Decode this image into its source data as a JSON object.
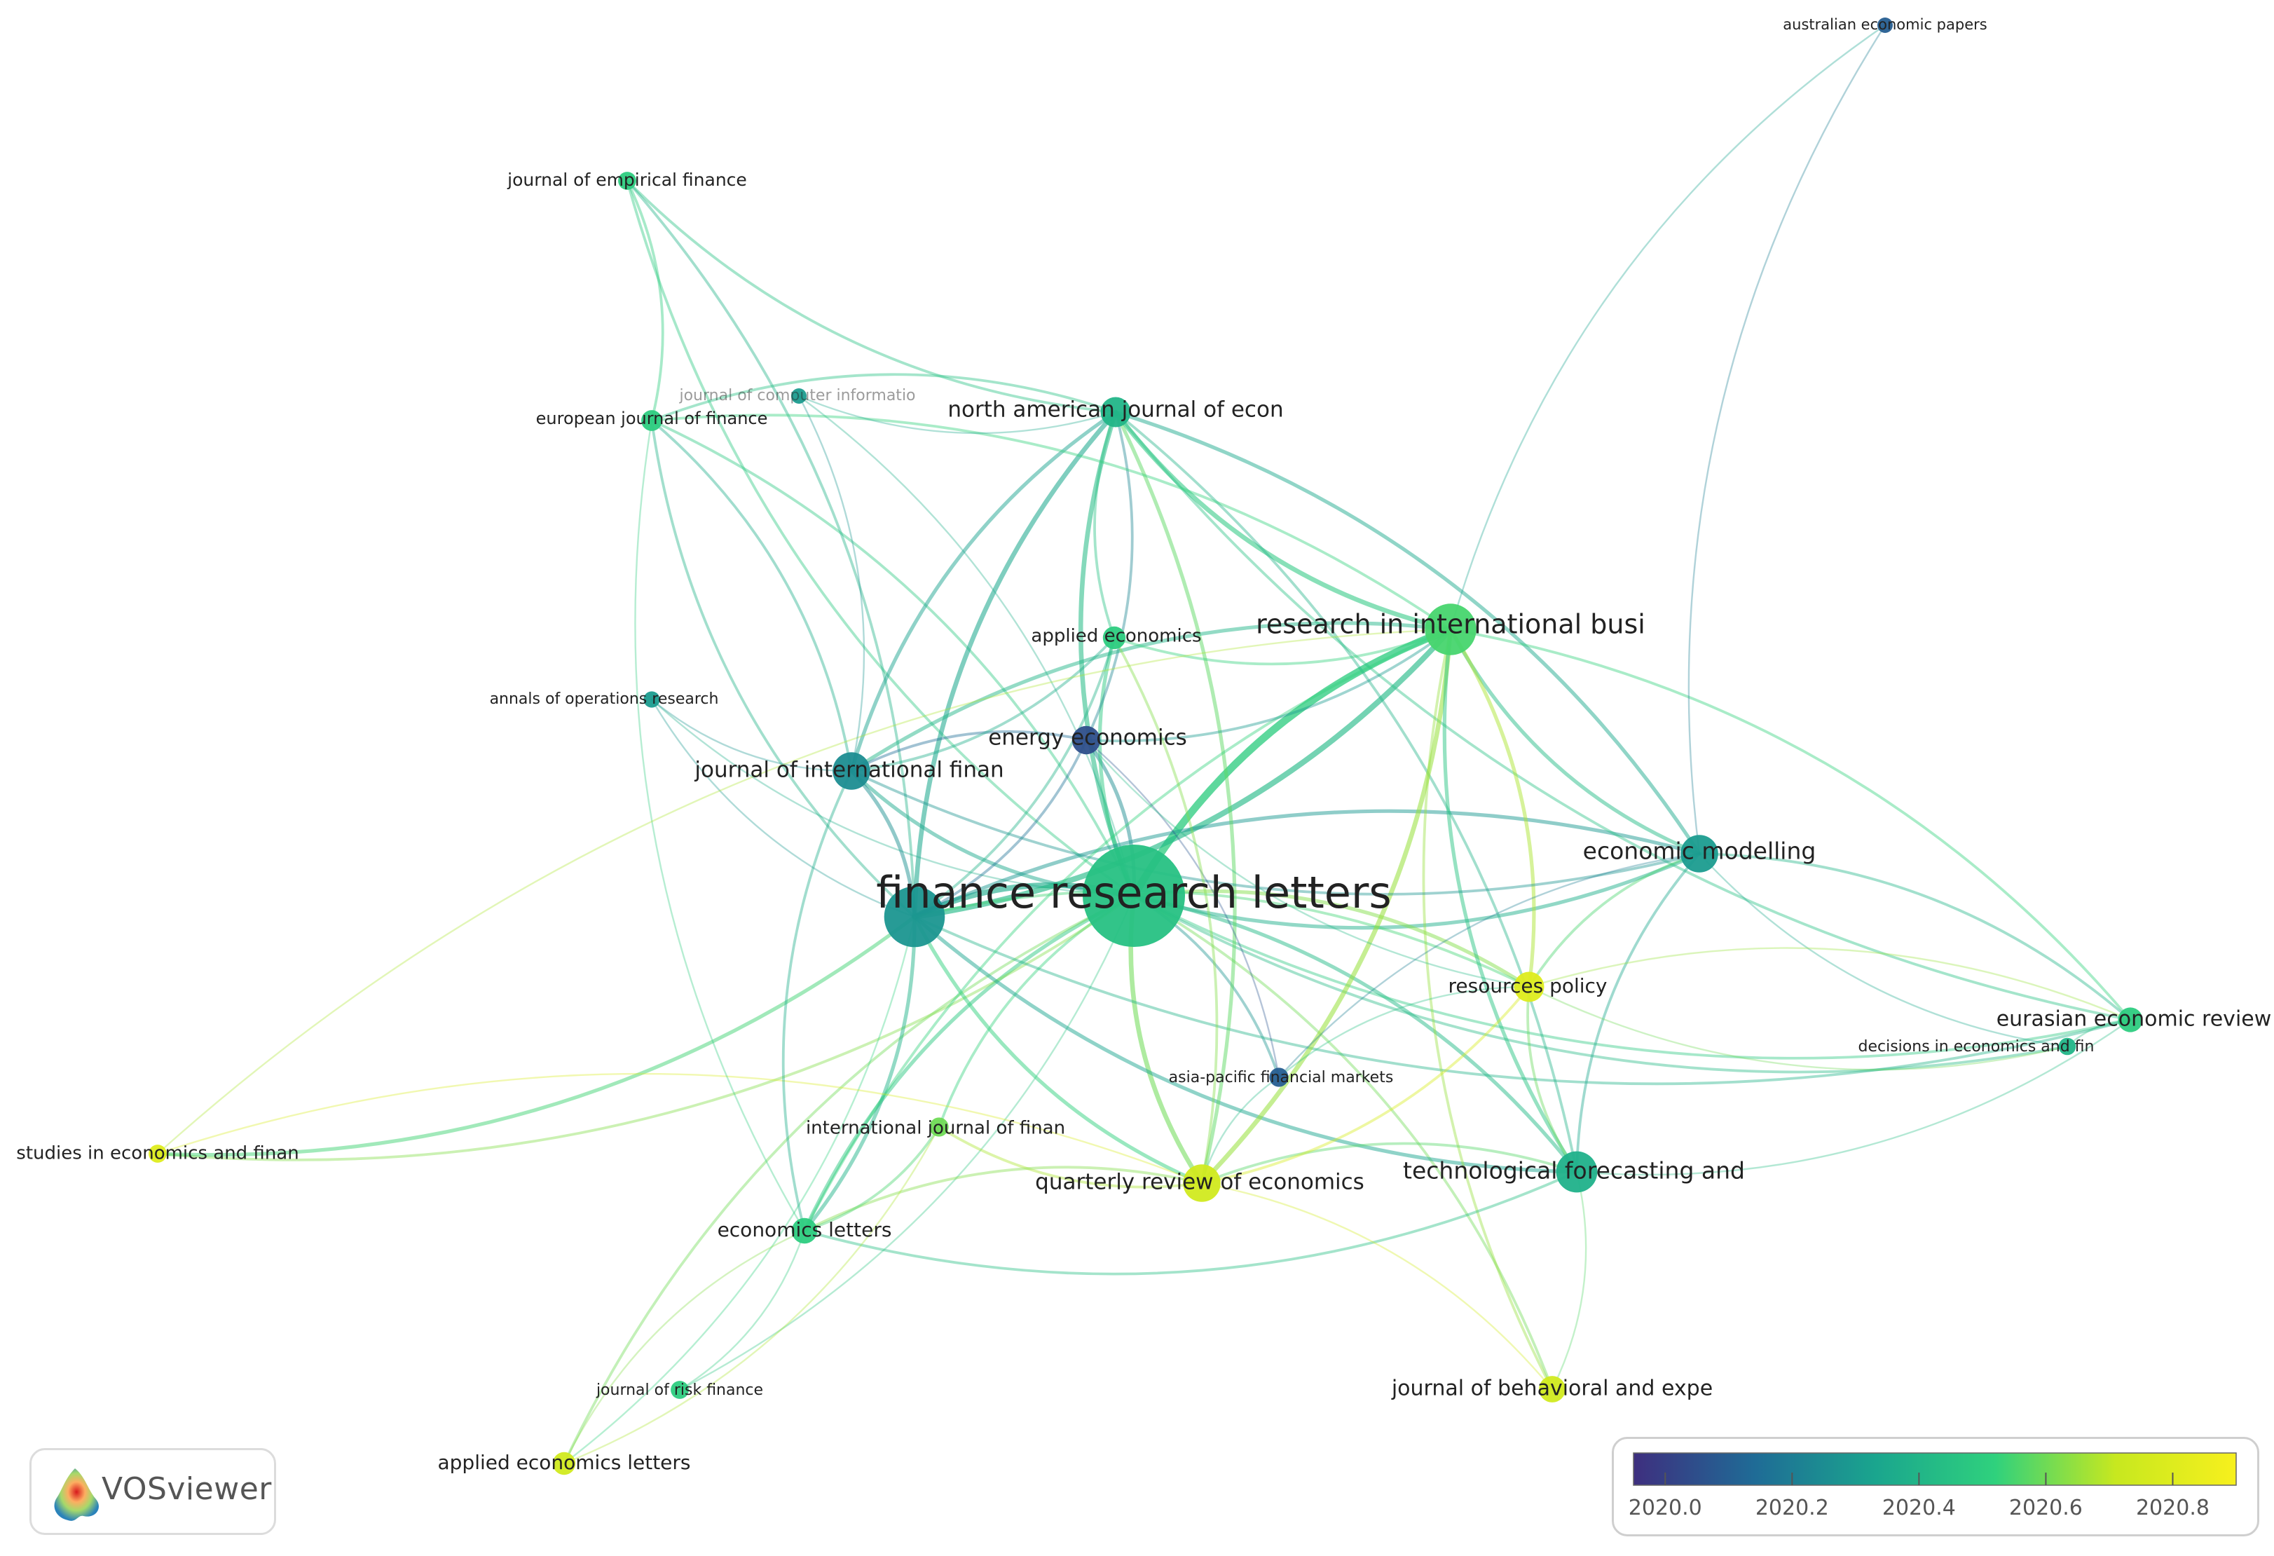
{
  "graph": {
    "nodes": [
      {
        "id": "frl",
        "label": "finance research letters",
        "weight": 10,
        "year": 2020.45
      },
      {
        "id": "jifm",
        "label": "journal of international finan",
        "weight": 3,
        "year": 2020.25
      },
      {
        "id": "big_blue",
        "label": "",
        "weight": 5.5,
        "year": 2020.28
      },
      {
        "id": "najef",
        "label": "north american journal of econ",
        "weight": 2.2,
        "year": 2020.4
      },
      {
        "id": "ribaf",
        "label": "research in international busi",
        "weight": 4.5,
        "year": 2020.55
      },
      {
        "id": "ecmod",
        "label": "economic modelling",
        "weight": 3,
        "year": 2020.3
      },
      {
        "id": "tfsc",
        "label": "technological forecasting and",
        "weight": 3.4,
        "year": 2020.38
      },
      {
        "id": "qref",
        "label": "quarterly review of economics",
        "weight": 3,
        "year": 2020.75
      },
      {
        "id": "respol",
        "label": "resources policy",
        "weight": 2.2,
        "year": 2020.8
      },
      {
        "id": "enec",
        "label": "energy economics",
        "weight": 2,
        "year": 2020.05
      },
      {
        "id": "appec",
        "label": "applied economics",
        "weight": 1.4,
        "year": 2020.5
      },
      {
        "id": "ecolet",
        "label": "economics letters",
        "weight": 1.7,
        "year": 2020.5
      },
      {
        "id": "ijfe",
        "label": "international journal of finan",
        "weight": 1,
        "year": 2020.6
      },
      {
        "id": "apfm",
        "label": "asia-pacific financial markets",
        "weight": 1,
        "year": 2020.1
      },
      {
        "id": "eer",
        "label": "eurasian economic review",
        "weight": 1.6,
        "year": 2020.5
      },
      {
        "id": "decis",
        "label": "decisions in economics and fin",
        "weight": 0.8,
        "year": 2020.4
      },
      {
        "id": "jbef",
        "label": "journal of behavioral and expe",
        "weight": 1.8,
        "year": 2020.75
      },
      {
        "id": "ael",
        "label": "applied economics letters",
        "weight": 1.4,
        "year": 2020.75
      },
      {
        "id": "jrf",
        "label": "journal of risk finance",
        "weight": 0.9,
        "year": 2020.5
      },
      {
        "id": "sef",
        "label": "studies in economics and finan",
        "weight": 0.9,
        "year": 2020.8
      },
      {
        "id": "aor",
        "label": "annals of operations research",
        "weight": 0.7,
        "year": 2020.3
      },
      {
        "id": "ejf",
        "label": "european journal of finance",
        "weight": 1.2,
        "year": 2020.5
      },
      {
        "id": "jcif",
        "label": "journal of computer informatio",
        "weight": 0.6,
        "year": 2020.3
      },
      {
        "id": "jef",
        "label": "journal of empirical finance",
        "weight": 0.9,
        "year": 2020.5
      },
      {
        "id": "aep",
        "label": "australian economic papers",
        "weight": 0.6,
        "year": 2020.1
      }
    ],
    "links": [
      [
        "frl",
        "ribaf",
        7
      ],
      [
        "frl",
        "big_blue",
        5
      ],
      [
        "frl",
        "najef",
        4
      ],
      [
        "frl",
        "ecmod",
        3
      ],
      [
        "frl",
        "tfsc",
        3
      ],
      [
        "frl",
        "qref",
        4
      ],
      [
        "frl",
        "respol",
        3
      ],
      [
        "frl",
        "enec",
        3
      ],
      [
        "frl",
        "appec",
        3
      ],
      [
        "frl",
        "ecolet",
        3
      ],
      [
        "frl",
        "jifm",
        3
      ],
      [
        "frl",
        "ijfe",
        2
      ],
      [
        "frl",
        "apfm",
        2
      ],
      [
        "frl",
        "eer",
        2
      ],
      [
        "frl",
        "jbef",
        2
      ],
      [
        "frl",
        "ael",
        2
      ],
      [
        "frl",
        "sef",
        2
      ],
      [
        "frl",
        "ejf",
        2
      ],
      [
        "frl",
        "jef",
        2
      ],
      [
        "frl",
        "decis",
        2
      ],
      [
        "frl",
        "aor",
        1
      ],
      [
        "frl",
        "jcif",
        1
      ],
      [
        "frl",
        "jrf",
        1
      ],
      [
        "big_blue",
        "ribaf",
        5
      ],
      [
        "big_blue",
        "najef",
        4
      ],
      [
        "big_blue",
        "jifm",
        3
      ],
      [
        "big_blue",
        "ecmod",
        3
      ],
      [
        "big_blue",
        "qref",
        3
      ],
      [
        "big_blue",
        "ecolet",
        3
      ],
      [
        "big_blue",
        "tfsc",
        3
      ],
      [
        "big_blue",
        "sef",
        3
      ],
      [
        "big_blue",
        "enec",
        2
      ],
      [
        "big_blue",
        "respol",
        2
      ],
      [
        "big_blue",
        "appec",
        2
      ],
      [
        "big_blue",
        "ejf",
        2
      ],
      [
        "big_blue",
        "jef",
        2
      ],
      [
        "big_blue",
        "aor",
        1
      ],
      [
        "big_blue",
        "eer",
        2
      ],
      [
        "big_blue",
        "ael",
        1
      ],
      [
        "najef",
        "ribaf",
        4
      ],
      [
        "najef",
        "ecmod",
        3
      ],
      [
        "najef",
        "jifm",
        3
      ],
      [
        "najef",
        "jef",
        2
      ],
      [
        "najef",
        "ejf",
        2
      ],
      [
        "najef",
        "qref",
        3
      ],
      [
        "najef",
        "appec",
        2
      ],
      [
        "najef",
        "tfsc",
        2
      ],
      [
        "najef",
        "eer",
        2
      ],
      [
        "najef",
        "enec",
        2
      ],
      [
        "ribaf",
        "ecmod",
        3
      ],
      [
        "ribaf",
        "qref",
        4
      ],
      [
        "ribaf",
        "tfsc",
        3
      ],
      [
        "ribaf",
        "respol",
        3
      ],
      [
        "ribaf",
        "jifm",
        3
      ],
      [
        "ribaf",
        "eer",
        2
      ],
      [
        "ribaf",
        "ecolet",
        2
      ],
      [
        "ribaf",
        "appec",
        2
      ],
      [
        "ribaf",
        "jbef",
        2
      ],
      [
        "ribaf",
        "aep",
        1
      ],
      [
        "ribaf",
        "ejf",
        2
      ],
      [
        "ribaf",
        "enec",
        2
      ],
      [
        "ecmod",
        "tfsc",
        2
      ],
      [
        "ecmod",
        "eer",
        2
      ],
      [
        "ecmod",
        "respol",
        2
      ],
      [
        "ecmod",
        "jifm",
        2
      ],
      [
        "ecmod",
        "decis",
        1
      ],
      [
        "ecmod",
        "aep",
        1
      ],
      [
        "ecmod",
        "apfm",
        1
      ],
      [
        "tfsc",
        "respol",
        2
      ],
      [
        "tfsc",
        "qref",
        2
      ],
      [
        "tfsc",
        "jbef",
        1
      ],
      [
        "tfsc",
        "eer",
        1
      ],
      [
        "tfsc",
        "ecolet",
        2
      ],
      [
        "qref",
        "respol",
        2
      ],
      [
        "qref",
        "ijfe",
        2
      ],
      [
        "qref",
        "ecolet",
        2
      ],
      [
        "qref",
        "jbef",
        1
      ],
      [
        "qref",
        "sef",
        1
      ],
      [
        "qref",
        "apfm",
        1
      ],
      [
        "ecolet",
        "ijfe",
        2
      ],
      [
        "ecolet",
        "jrf",
        1
      ],
      [
        "ecolet",
        "ael",
        1
      ],
      [
        "ecolet",
        "jifm",
        2
      ],
      [
        "ejf",
        "jef",
        2
      ],
      [
        "ejf",
        "jifm",
        2
      ],
      [
        "ejf",
        "ecolet",
        1
      ],
      [
        "jifm",
        "enec",
        2
      ],
      [
        "jifm",
        "appec",
        2
      ],
      [
        "jifm",
        "aor",
        1
      ],
      [
        "respol",
        "decis",
        1
      ],
      [
        "respol",
        "eer",
        1
      ],
      [
        "respol",
        "apfm",
        1
      ],
      [
        "enec",
        "apfm",
        1
      ],
      [
        "enec",
        "respol",
        1
      ],
      [
        "appec",
        "qref",
        2
      ],
      [
        "ael",
        "ijfe",
        1
      ],
      [
        "sef",
        "ribaf",
        1
      ],
      [
        "jcif",
        "najef",
        1
      ],
      [
        "jcif",
        "jifm",
        1
      ],
      [
        "eer",
        "decis",
        1
      ]
    ]
  },
  "legend": {
    "ticks": [
      "2020.0",
      "2020.2",
      "2020.4",
      "2020.6",
      "2020.8"
    ],
    "min": 2019.95,
    "max": 2020.9,
    "colors": [
      "#3e2f7f",
      "#1f6b96",
      "#1aa58e",
      "#2fd17d",
      "#c7e81f",
      "#f7f01d"
    ]
  },
  "logo": {
    "text": "VOSviewer"
  }
}
